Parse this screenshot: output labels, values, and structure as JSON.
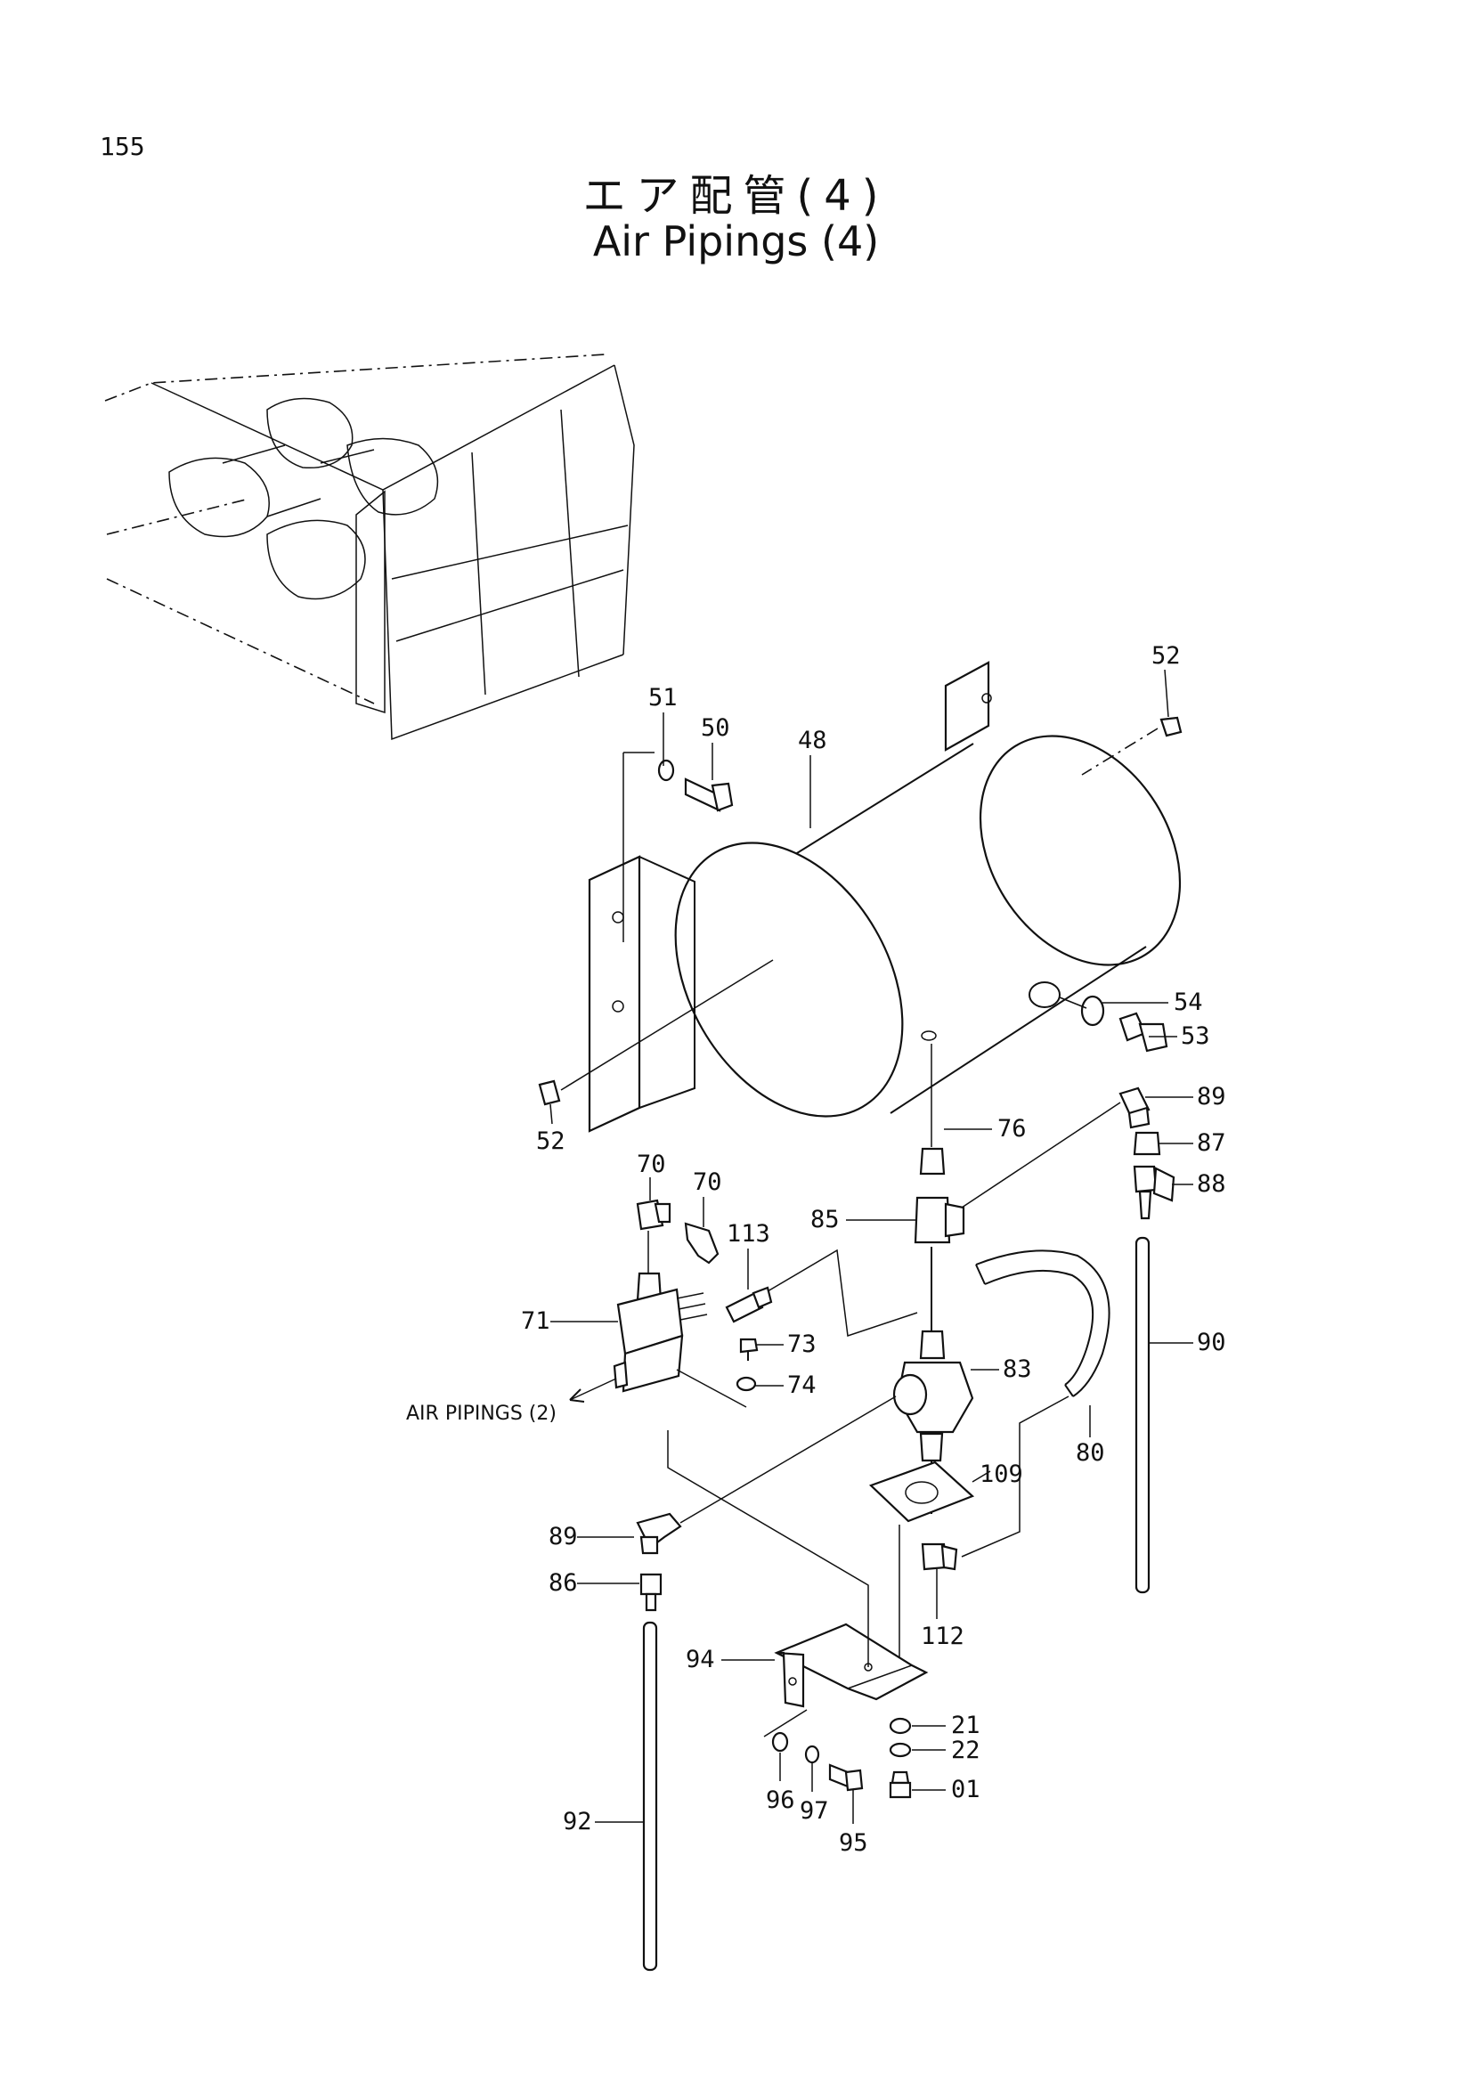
{
  "page_number": "155",
  "title_ja": "エア配管(4)",
  "title_en": "Air Pipings (4)",
  "reference_label": "AIR PIPINGS (2)",
  "callouts": [
    "01",
    "21",
    "22",
    "48",
    "50",
    "51",
    "52",
    "52",
    "53",
    "54",
    "70",
    "70",
    "71",
    "73",
    "74",
    "76",
    "80",
    "83",
    "85",
    "86",
    "87",
    "88",
    "89",
    "89",
    "90",
    "92",
    "94",
    "95",
    "96",
    "97",
    "109",
    "112",
    "113"
  ]
}
